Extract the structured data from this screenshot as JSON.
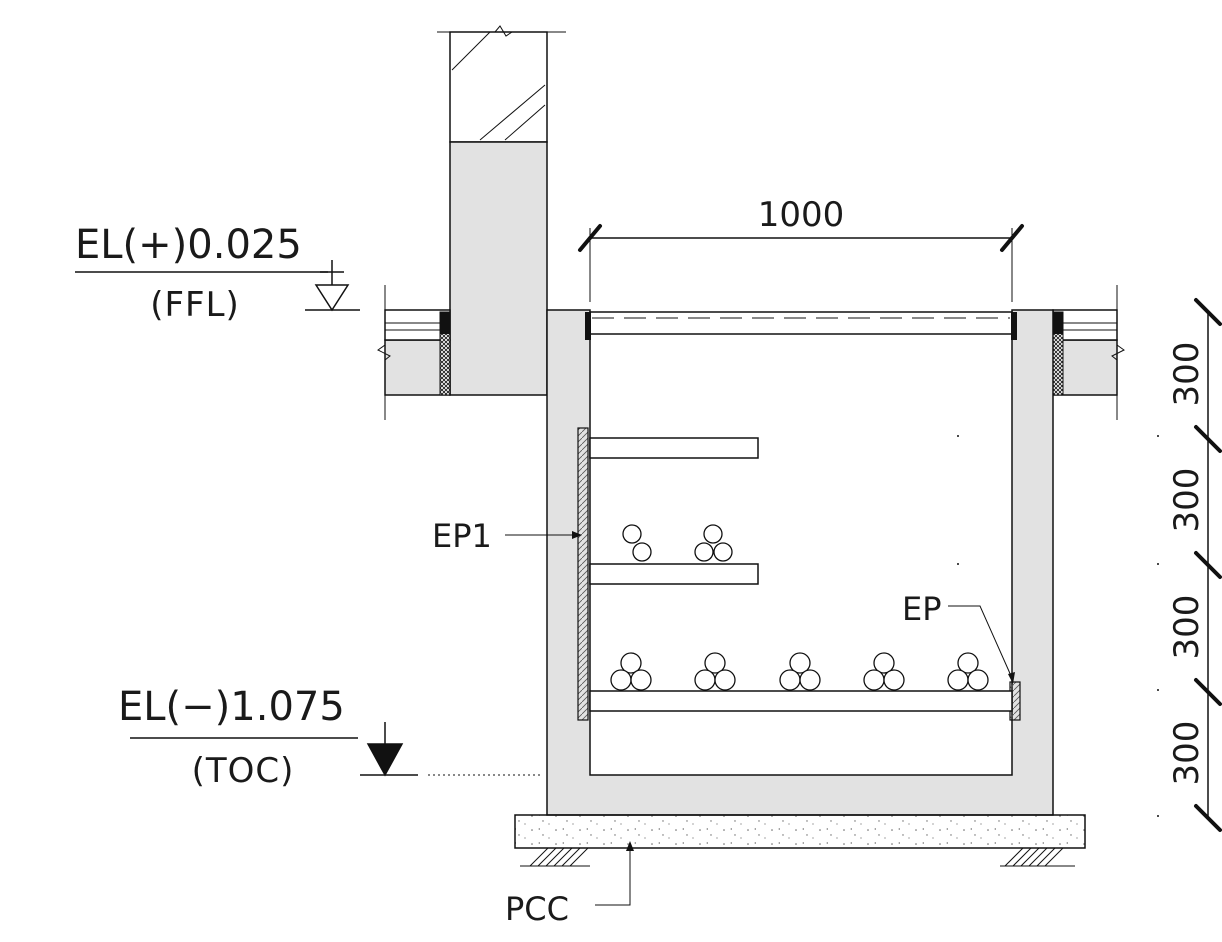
{
  "drawing": {
    "elevation_top": {
      "label": "EL(+)0.025",
      "ref": "(FFL)"
    },
    "elevation_bottom": {
      "label": "EL(−)1.075",
      "ref": "(TOC)"
    },
    "width_dimension": "1000",
    "depth_dimensions": [
      "300",
      "300",
      "300",
      "300"
    ],
    "tags": {
      "ep1": "EP1",
      "ep": "EP",
      "pcc": "PCC"
    }
  }
}
